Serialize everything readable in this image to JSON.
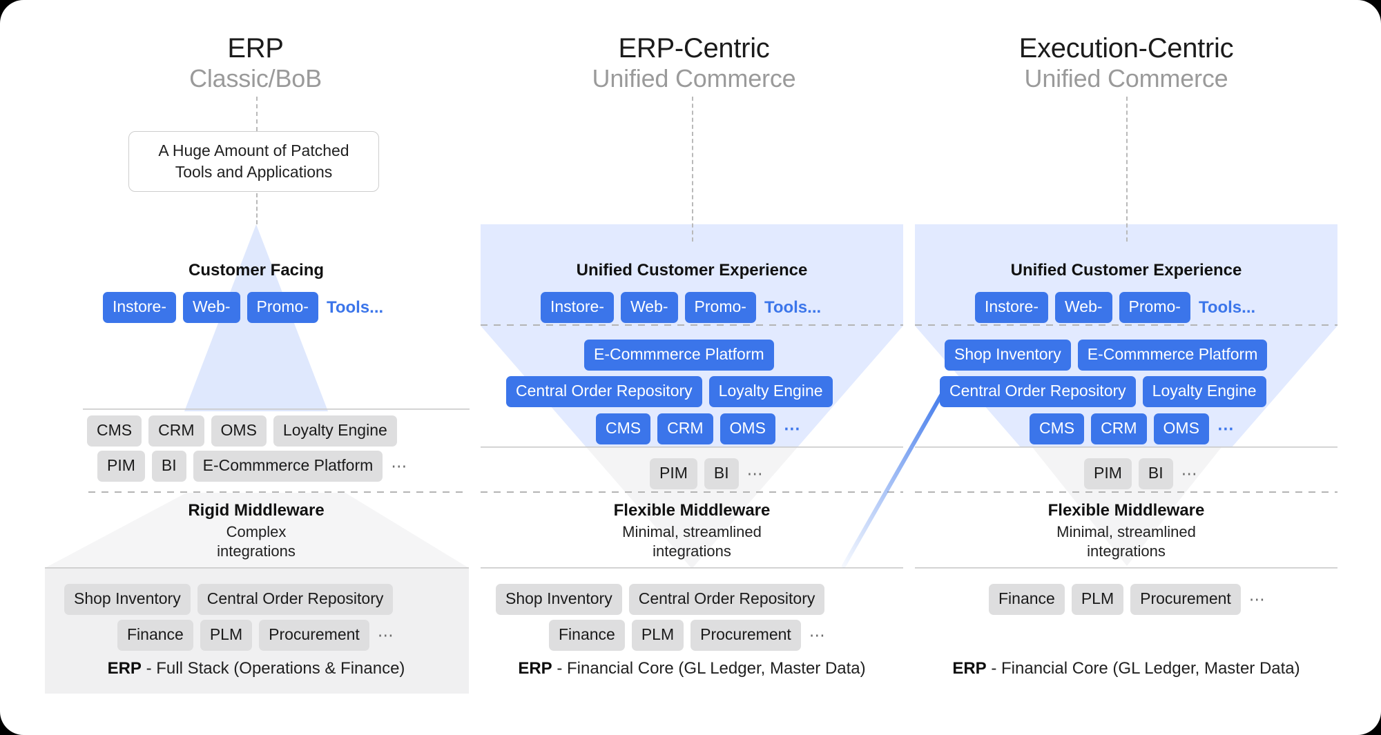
{
  "diagram": {
    "title_hidden": "",
    "palette": {
      "chip_blue": "#3b75ea",
      "chip_grey": "#dededf",
      "panel_blue": "#e2eaff",
      "panel_grey": "#f2f2f3",
      "text_dark": "#1b1b1b",
      "text_muted": "#9a9a9a",
      "border_grey": "#cdcdcd"
    },
    "columns": [
      {
        "id": "erp-classic-bob",
        "title": "ERP",
        "subtitle": "Classic/BoB",
        "patch_box": "A Huge Amount of Patched Tools and Applications",
        "customer_layer_title": "Customer Facing",
        "customer_chips": [
          "Instore-",
          "Web-",
          "Promo-"
        ],
        "customer_trailing": "Tools...",
        "app_rows": [
          {
            "chips": [
              "CMS",
              "CRM",
              "OMS",
              "Loyalty Engine"
            ],
            "style": "grey",
            "ellipsis": false
          },
          {
            "chips": [
              "PIM",
              "BI",
              "E-Commmerce Platform"
            ],
            "style": "grey",
            "ellipsis": true
          }
        ],
        "middleware_title": "Rigid Middleware",
        "middleware_sub_line1": "Complex",
        "middleware_sub_line2": "integrations",
        "core_rows": [
          {
            "chips": [
              "Shop Inventory",
              "Central Order Repository"
            ],
            "ellipsis": false
          },
          {
            "chips": [
              "Finance",
              "PLM",
              "Procurement"
            ],
            "ellipsis": true
          }
        ],
        "erp_label": "ERP",
        "erp_desc": " - Full Stack (Operations & Finance)"
      },
      {
        "id": "erp-centric-unified-commerce",
        "title": "ERP-Centric",
        "subtitle": "Unified Commerce",
        "patch_box": "",
        "customer_layer_title": "Unified Customer Experience",
        "customer_chips": [
          "Instore-",
          "Web-",
          "Promo-"
        ],
        "customer_trailing": "Tools...",
        "app_rows": [
          {
            "chips": [
              "E-Commmerce Platform"
            ],
            "style": "blue",
            "ellipsis": false
          },
          {
            "chips": [
              "Central Order Repository",
              "Loyalty Engine"
            ],
            "style": "blue",
            "ellipsis": false
          },
          {
            "chips": [
              "CMS",
              "CRM",
              "OMS"
            ],
            "style": "blue",
            "ellipsis": true
          },
          {
            "chips": [
              "PIM",
              "BI"
            ],
            "style": "grey",
            "ellipsis": true
          }
        ],
        "middleware_title": "Flexible Middleware",
        "middleware_sub_line1": "Minimal, streamlined",
        "middleware_sub_line2": "integrations",
        "core_rows": [
          {
            "chips": [
              "Shop Inventory",
              "Central Order Repository"
            ],
            "ellipsis": false
          },
          {
            "chips": [
              "Finance",
              "PLM",
              "Procurement"
            ],
            "ellipsis": true
          }
        ],
        "erp_label": "ERP",
        "erp_desc": " - Financial Core (GL Ledger, Master Data)"
      },
      {
        "id": "execution-centric-unified-commerce",
        "title": "Execution-Centric",
        "subtitle": "Unified Commerce",
        "patch_box": "",
        "customer_layer_title": "Unified Customer Experience",
        "customer_chips": [
          "Instore-",
          "Web-",
          "Promo-"
        ],
        "customer_trailing": "Tools...",
        "app_rows": [
          {
            "chips": [
              "Shop Inventory",
              "E-Commmerce Platform"
            ],
            "style": "blue",
            "ellipsis": false
          },
          {
            "chips": [
              "Central Order Repository",
              "Loyalty Engine"
            ],
            "style": "blue",
            "ellipsis": false
          },
          {
            "chips": [
              "CMS",
              "CRM",
              "OMS"
            ],
            "style": "blue",
            "ellipsis": true
          },
          {
            "chips": [
              "PIM",
              "BI"
            ],
            "style": "grey",
            "ellipsis": true
          }
        ],
        "middleware_title": "Flexible Middleware",
        "middleware_sub_line1": "Minimal, streamlined",
        "middleware_sub_line2": "integrations",
        "core_rows": [
          {
            "chips": [
              "Finance",
              "PLM",
              "Procurement"
            ],
            "ellipsis": true
          }
        ],
        "erp_label": "ERP",
        "erp_desc": " - Financial Core (GL Ledger, Master Data)"
      }
    ],
    "migration_arrow": {
      "from": "erp-centric-core-shop-inventory",
      "to": "execution-centric-central-order-repository",
      "color": "#3b75ea"
    }
  }
}
